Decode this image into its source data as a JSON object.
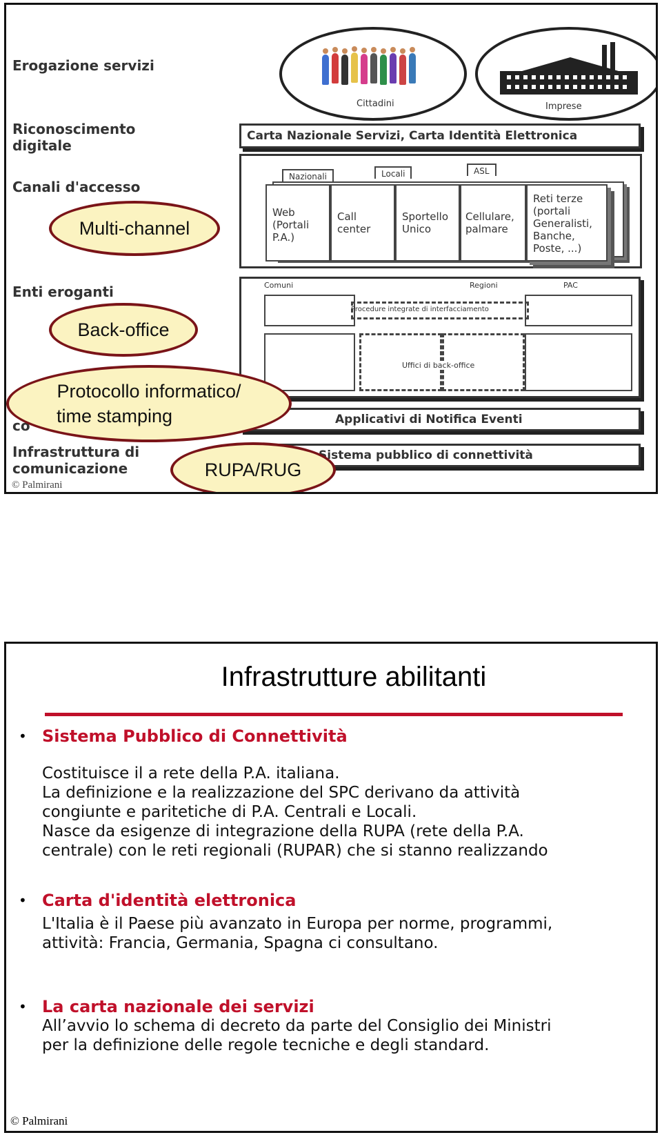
{
  "slide1": {
    "row_labels": {
      "erogazione": "Erogazione servizi",
      "riconoscimento_1": "Riconoscimento",
      "riconoscimento_2": "digitale",
      "canali": "Canali d'accesso",
      "enti": "Enti eroganti",
      "cooperazione": "co",
      "infrastruttura_1": "Infrastruttura di",
      "infrastruttura_2": "comunicazione"
    },
    "ovals": {
      "cittadini": "Cittadini",
      "imprese": "Imprese"
    },
    "card_box": "Carta Nazionale Servizi, Carta Identità Elettronica",
    "tabs": {
      "nazionali": "Nazionali",
      "locali": "Locali",
      "asl": "ASL"
    },
    "channels": [
      "Web\n(Portali\nP.A.)",
      "Call\ncenter",
      "Sportello\nUnico",
      "Cellulare,\npalmare",
      "Reti terze\n(portali\nGeneralisti,\nBanche,\nPoste, ...)"
    ],
    "enti_headers": {
      "comuni": "Comuni",
      "regioni": "Regioni",
      "pac": "PAC"
    },
    "procedure_label": "Procedure integrate di interfacciamento",
    "backoffice_label": "Uffici di back-office",
    "notifica_box": "Applicativi di Notifica Eventi",
    "connettivita_box": "Sistema pubblico di connettività",
    "callouts": {
      "multichannel": "Multi-channel",
      "backoffice": "Back-office",
      "protocollo_1": "Protocollo informatico/",
      "protocollo_2": "time stamping",
      "rupa": "RUPA/RUG"
    },
    "footer_cut": "© Palmirani"
  },
  "slide2": {
    "title": "Infrastrutture abilitanti",
    "sections": [
      {
        "heading": "Sistema Pubblico di Connettività",
        "lines": [
          "Costituisce il a rete della P.A. italiana.",
          "La definizione e la realizzazione del SPC derivano da attività",
          "congiunte e paritetiche di P.A. Centrali e Locali.",
          "Nasce da esigenze di integrazione della RUPA (rete della P.A.",
          "centrale) con le reti regionali (RUPAR) che si stanno realizzando"
        ]
      },
      {
        "heading": "Carta d'identità elettronica",
        "lines": [
          "L'Italia è il Paese più avanzato in Europa per norme, programmi,",
          "attività: Francia, Germania, Spagna ci consultano."
        ]
      },
      {
        "heading": "La carta nazionale dei servizi",
        "lines": [
          "All’avvio lo schema di decreto da parte del Consiglio dei Ministri",
          "per la definizione delle regole tecniche e degli standard."
        ]
      }
    ],
    "bullet": "•",
    "footer": "© Palmirani"
  },
  "colors": {
    "accent_red": "#c0102a",
    "callout_fill": "#fbf3c1",
    "callout_border": "#7a1418"
  }
}
